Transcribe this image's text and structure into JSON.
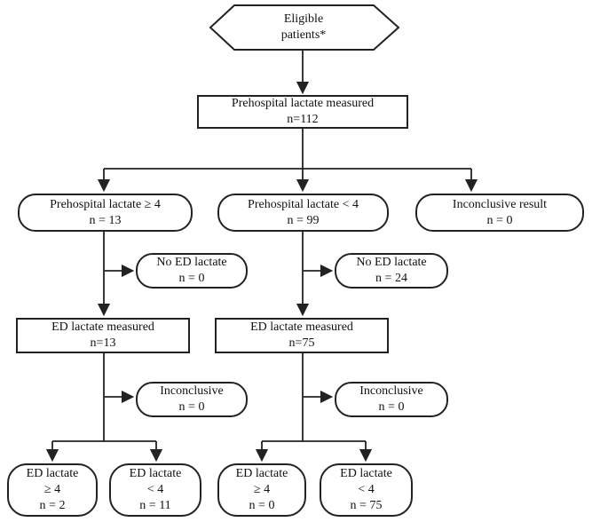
{
  "figure": {
    "type": "flowchart",
    "background_color": "#ffffff",
    "line_color": "#222222",
    "text_color": "#111111",
    "nodes": [
      {
        "id": "eligible-patients",
        "shape": "hexagon",
        "lines": [
          "Eligible",
          "patients*"
        ]
      },
      {
        "id": "prehospital-lactate-measured",
        "shape": "rect",
        "lines": [
          "Prehospital lactate measured",
          "n=112"
        ]
      },
      {
        "id": "prehospital-lactate-ge-4",
        "shape": "rounded",
        "lines": [
          "Prehospital lactate ≥ 4",
          "n = 13"
        ]
      },
      {
        "id": "prehospital-lactate-lt-4",
        "shape": "rounded",
        "lines": [
          "Prehospital lactate < 4",
          "n = 99"
        ]
      },
      {
        "id": "inconclusive-result",
        "shape": "rounded",
        "lines": [
          "Inconclusive result",
          "n = 0"
        ]
      },
      {
        "id": "no-ed-lactate-left",
        "shape": "rounded",
        "lines": [
          "No ED lactate",
          "n = 0"
        ]
      },
      {
        "id": "no-ed-lactate-right",
        "shape": "rounded",
        "lines": [
          "No ED lactate",
          "n = 24"
        ]
      },
      {
        "id": "ed-lactate-measured-left",
        "shape": "rect",
        "lines": [
          "ED lactate measured",
          "n=13"
        ]
      },
      {
        "id": "ed-lactate-measured-right",
        "shape": "rect",
        "lines": [
          "ED lactate measured",
          "n=75"
        ]
      },
      {
        "id": "inconclusive-left",
        "shape": "rounded",
        "lines": [
          "Inconclusive",
          "n = 0"
        ]
      },
      {
        "id": "inconclusive-right",
        "shape": "rounded",
        "lines": [
          "Inconclusive",
          "n = 0"
        ]
      },
      {
        "id": "ed-lactate-ge-4-left",
        "shape": "rounded",
        "lines": [
          "ED lactate",
          "≥ 4",
          "n = 2"
        ]
      },
      {
        "id": "ed-lactate-lt-4-left",
        "shape": "rounded",
        "lines": [
          "ED lactate",
          "< 4",
          "n = 11"
        ]
      },
      {
        "id": "ed-lactate-ge-4-right",
        "shape": "rounded",
        "lines": [
          "ED lactate",
          "≥ 4",
          "n = 0"
        ]
      },
      {
        "id": "ed-lactate-lt-4-right",
        "shape": "rounded",
        "lines": [
          "ED lactate",
          "< 4",
          "n = 75"
        ]
      }
    ],
    "edges": [
      {
        "from": "eligible-patients",
        "to": "prehospital-lactate-measured"
      },
      {
        "from": "prehospital-lactate-measured",
        "to": "prehospital-lactate-ge-4"
      },
      {
        "from": "prehospital-lactate-measured",
        "to": "prehospital-lactate-lt-4"
      },
      {
        "from": "prehospital-lactate-measured",
        "to": "inconclusive-result"
      },
      {
        "from": "prehospital-lactate-ge-4",
        "to": "no-ed-lactate-left"
      },
      {
        "from": "prehospital-lactate-ge-4",
        "to": "ed-lactate-measured-left"
      },
      {
        "from": "prehospital-lactate-lt-4",
        "to": "no-ed-lactate-right"
      },
      {
        "from": "prehospital-lactate-lt-4",
        "to": "ed-lactate-measured-right"
      },
      {
        "from": "ed-lactate-measured-left",
        "to": "inconclusive-left"
      },
      {
        "from": "ed-lactate-measured-left",
        "to": "ed-lactate-ge-4-left"
      },
      {
        "from": "ed-lactate-measured-left",
        "to": "ed-lactate-lt-4-left"
      },
      {
        "from": "ed-lactate-measured-right",
        "to": "inconclusive-right"
      },
      {
        "from": "ed-lactate-measured-right",
        "to": "ed-lactate-ge-4-right"
      },
      {
        "from": "ed-lactate-measured-right",
        "to": "ed-lactate-lt-4-right"
      }
    ]
  }
}
